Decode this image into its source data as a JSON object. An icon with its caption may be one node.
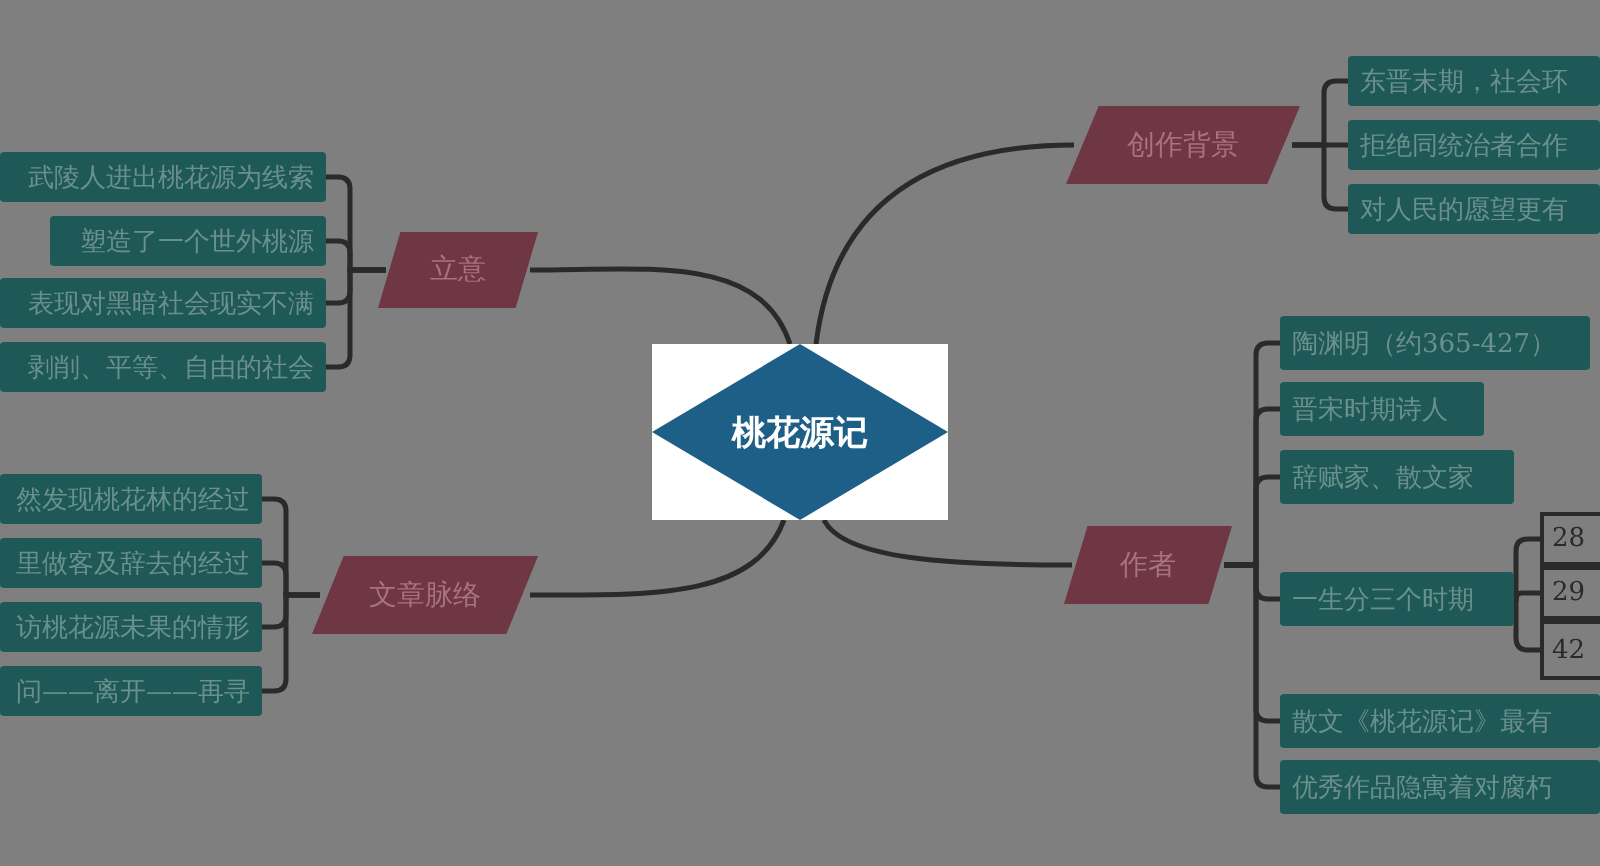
{
  "diagram": {
    "nodes": [
      {
        "text": [
          "桃花源记"
        ]
      },
      {
        "text": [
          "立意"
        ]
      },
      {
        "text": [
          "武陵人进出桃花源为线索"
        ]
      },
      {
        "text": [
          "塑造了一个世外桃源"
        ]
      },
      {
        "text": [
          "表现对黑暗社会现实不满"
        ]
      },
      {
        "text": [
          "剥削、平等、自由的社会"
        ]
      },
      {
        "text": [
          "文章脉络"
        ]
      },
      {
        "text": [
          "然发现桃花林的经过"
        ]
      },
      {
        "text": [
          "里做客及辞去的经过"
        ]
      },
      {
        "text": [
          "访桃花源未果的情形"
        ]
      },
      {
        "text": [
          "问——离开——再寻"
        ]
      },
      {
        "text": [
          "创作背景"
        ]
      },
      {
        "text": [
          "东晋末期，社会环"
        ]
      },
      {
        "text": [
          "拒绝同统治者合作"
        ]
      },
      {
        "text": [
          "对人民的愿望更有"
        ]
      },
      {
        "text": [
          "作者"
        ]
      },
      {
        "text": [
          "陶渊明（约365-427）"
        ]
      },
      {
        "text": [
          "晋宋时期诗人"
        ]
      },
      {
        "text": [
          "辞赋家、散文家"
        ]
      },
      {
        "text": [
          "一生分三个时期"
        ]
      },
      {
        "text": [
          "散文《桃花源记》最有"
        ]
      },
      {
        "text": [
          "优秀作品隐寓着对腐朽"
        ]
      },
      {
        "text": [
          "28"
        ]
      },
      {
        "text": [
          "29"
        ]
      },
      {
        "text": [
          "42"
        ]
      }
    ],
    "edges": [
      {
        "from": 0,
        "to": 1,
        "arrow": "none"
      },
      {
        "from": 1,
        "to": 2,
        "arrow": "none"
      },
      {
        "from": 1,
        "to": 3,
        "arrow": "none"
      },
      {
        "from": 1,
        "to": 4,
        "arrow": "none"
      },
      {
        "from": 1,
        "to": 5,
        "arrow": "none"
      },
      {
        "from": 0,
        "to": 6,
        "arrow": "none"
      },
      {
        "from": 6,
        "to": 7,
        "arrow": "none"
      },
      {
        "from": 6,
        "to": 8,
        "arrow": "none"
      },
      {
        "from": 6,
        "to": 9,
        "arrow": "none"
      },
      {
        "from": 6,
        "to": 10,
        "arrow": "none"
      },
      {
        "from": 0,
        "to": 11,
        "arrow": "none"
      },
      {
        "from": 11,
        "to": 12,
        "arrow": "none"
      },
      {
        "from": 11,
        "to": 13,
        "arrow": "none"
      },
      {
        "from": 11,
        "to": 14,
        "arrow": "none"
      },
      {
        "from": 0,
        "to": 15,
        "arrow": "none"
      },
      {
        "from": 15,
        "to": 16,
        "arrow": "none"
      },
      {
        "from": 15,
        "to": 17,
        "arrow": "none"
      },
      {
        "from": 15,
        "to": 18,
        "arrow": "none"
      },
      {
        "from": 15,
        "to": 19,
        "arrow": "none"
      },
      {
        "from": 15,
        "to": 20,
        "arrow": "none"
      },
      {
        "from": 15,
        "to": 21,
        "arrow": "none"
      },
      {
        "from": 19,
        "to": 22,
        "arrow": "none"
      },
      {
        "from": 19,
        "to": 23,
        "arrow": "none"
      },
      {
        "from": 19,
        "to": 24,
        "arrow": "none"
      }
    ]
  }
}
